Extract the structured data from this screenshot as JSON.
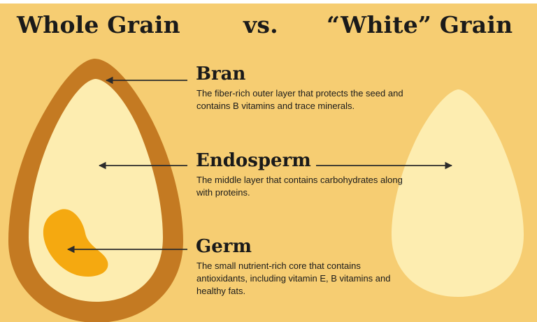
{
  "title": {
    "left": "Whole Grain",
    "vs": "vs.",
    "right": "“White” Grain"
  },
  "layers": [
    {
      "name": "Bran",
      "description": "The fiber-rich outer layer that protects the seed and contains B vitamins and trace minerals."
    },
    {
      "name": "Endosperm",
      "description": "The middle layer that contains carbohydrates along with proteins."
    },
    {
      "name": "Germ",
      "description": "The small nutrient-rich core that contains antioxidants, including vitamin E, B vitamins and healthy fats."
    }
  ],
  "colors": {
    "background": "#f6cd72",
    "bran": "#c47a22",
    "endosperm": "#fdedb0",
    "germ": "#f5a910",
    "text": "#1a1a1a",
    "arrow": "#2b2b2b"
  }
}
